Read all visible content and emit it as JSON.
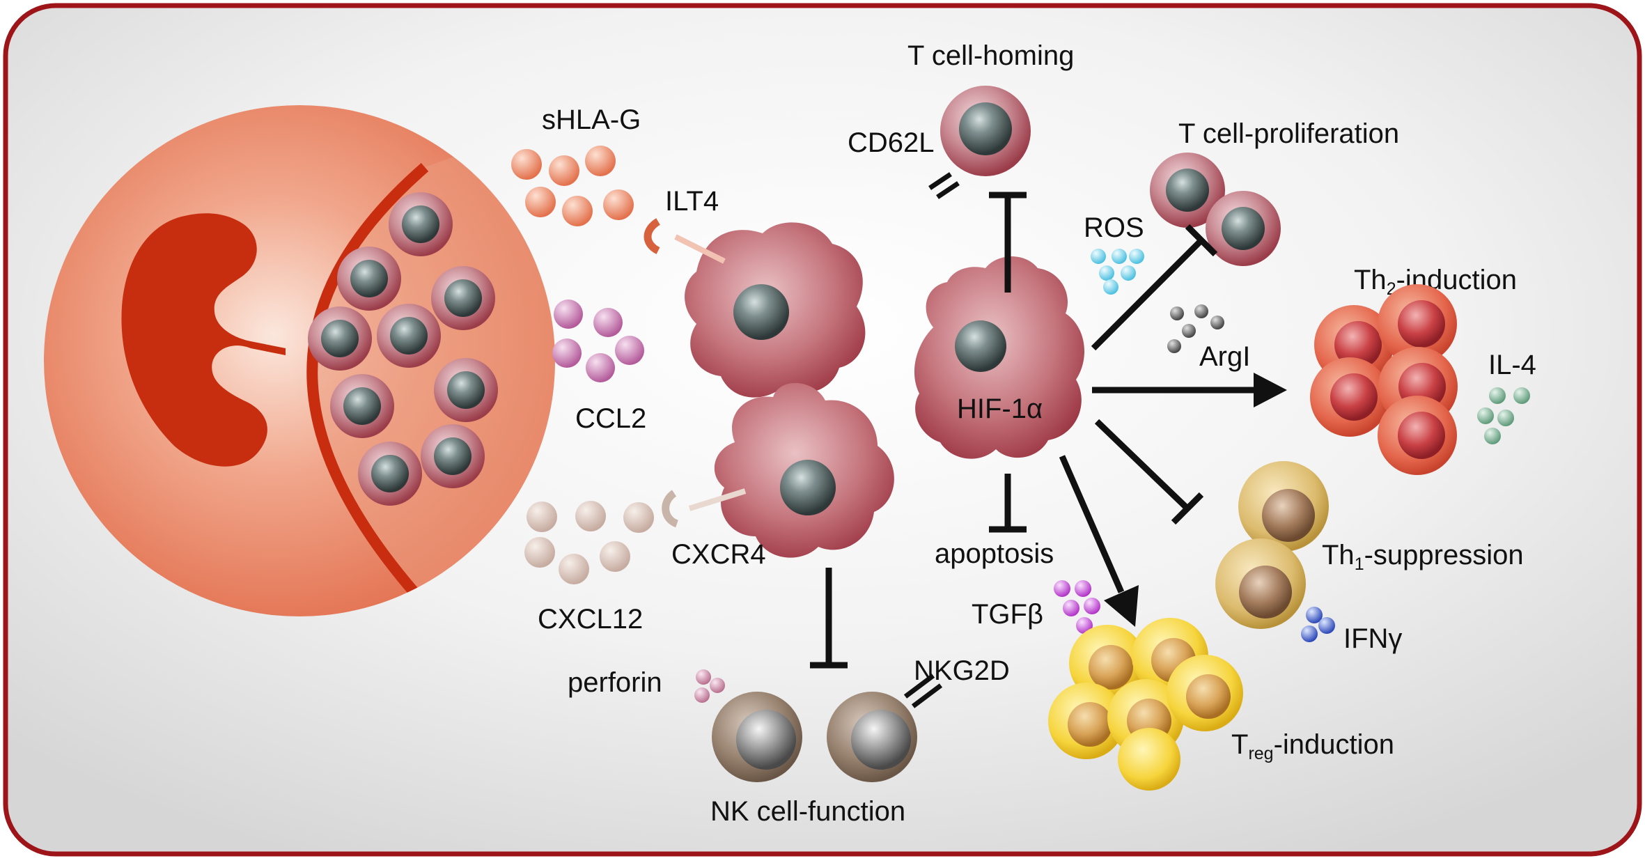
{
  "labels": {
    "shla_g": "sHLA-G",
    "ilt4": "ILT4",
    "ccl2": "CCL2",
    "cxcl12": "CXCL12",
    "cxcr4": "CXCR4",
    "perforin": "perforin",
    "nkg2d": "NKG2D",
    "nk_function": "NK cell-function",
    "t_homing": "T cell-homing",
    "cd62l": "CD62L",
    "t_proliferation": "T cell-proliferation",
    "ros": "ROS",
    "argi": "ArgI",
    "th2_main": "Th",
    "th2_sub": "2",
    "th2_suffix": "-induction",
    "il4": "IL-4",
    "hif": "HIF-1α",
    "apoptosis": "apoptosis",
    "tgfb": "TGFβ",
    "th1_main": "Th",
    "th1_sub": "1",
    "th1_suffix": "-suppression",
    "ifng": "IFNγ",
    "treg_main": "T",
    "treg_sub": "reg",
    "treg_suffix": "-induction"
  },
  "colors": {
    "frame": "#9e1519",
    "background": "#ededed",
    "kidney": "#c72d0f",
    "mdsc": "#b34a55",
    "th2": "#d8463a",
    "th1": "#c9a044",
    "treg": "#f0c628",
    "nk": "#7e6a58"
  }
}
